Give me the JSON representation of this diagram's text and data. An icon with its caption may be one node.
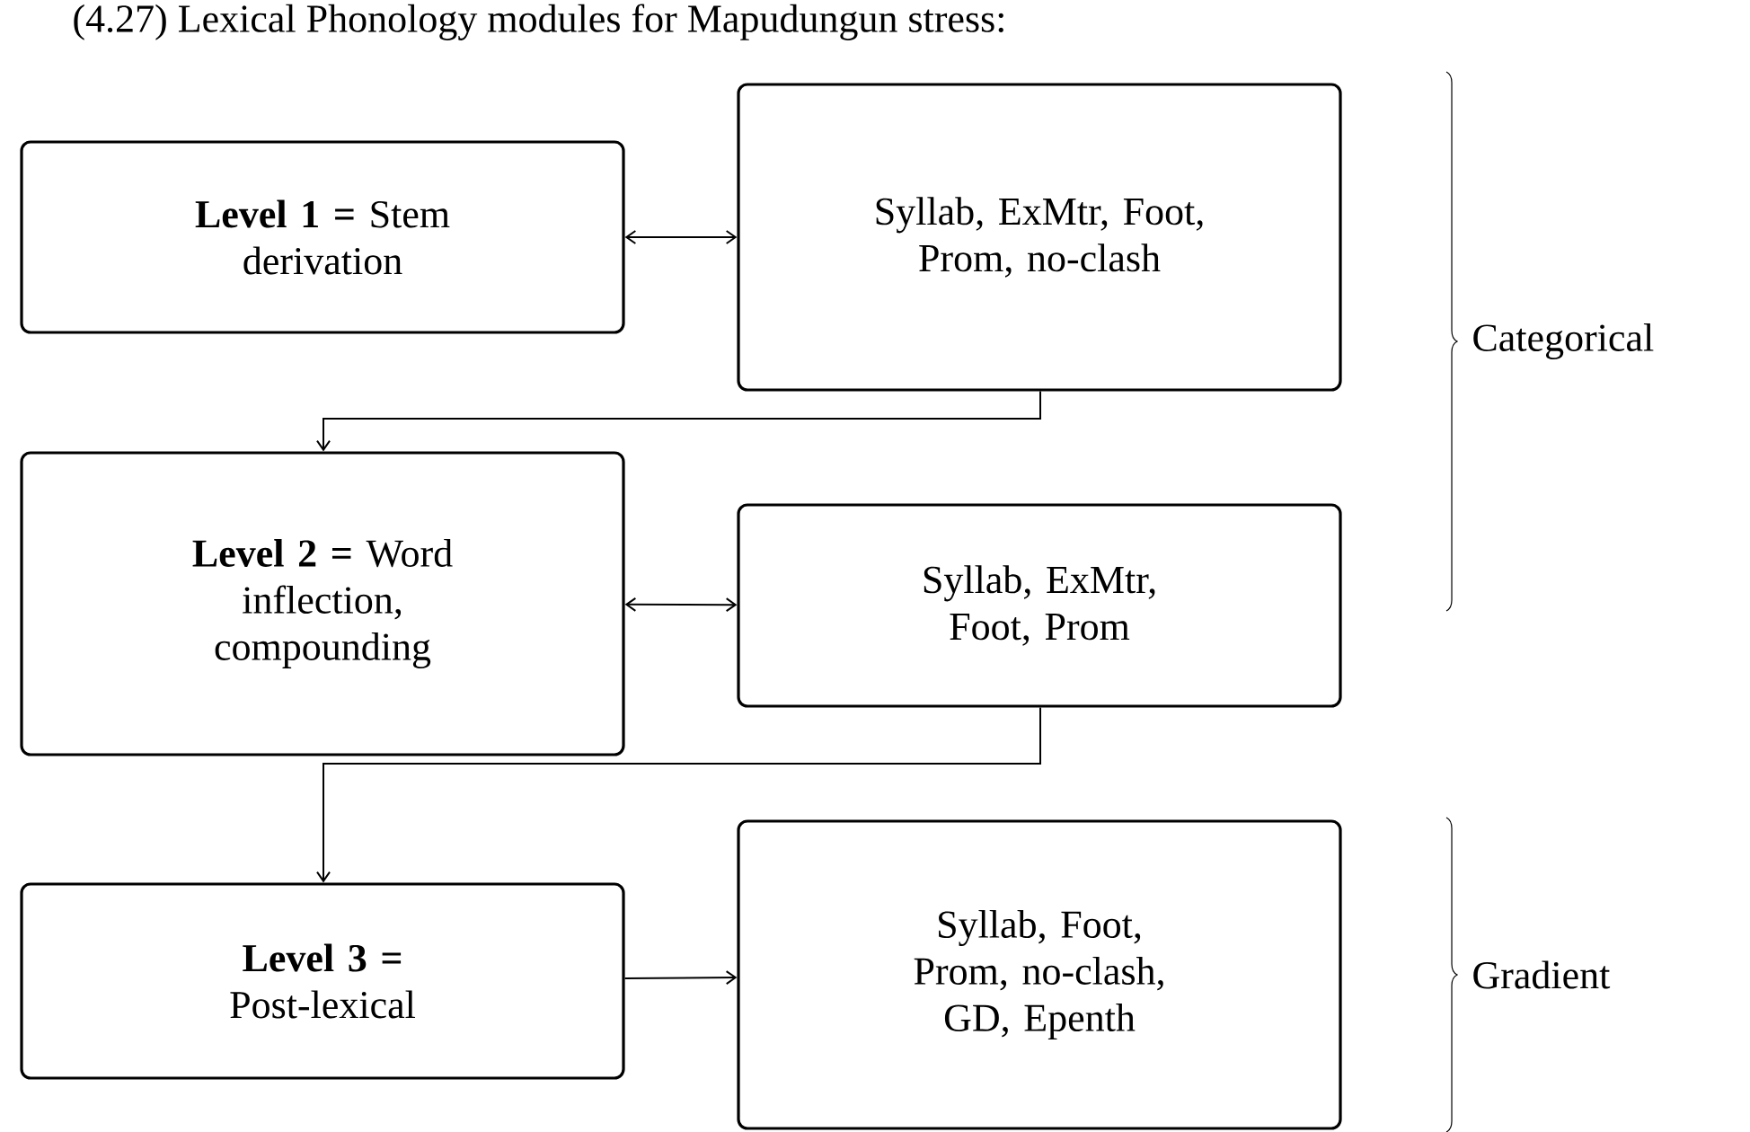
{
  "diagram": {
    "title": "(4.27) Lexical Phonology modules for Mapudungun stress:",
    "nodes": [
      {
        "text": [
          "**Level 1 =** Stem derivation"
        ]
      },
      {
        "text": [
          "Syllab, ExMtr, Foot, Prom, no-clash"
        ]
      },
      {
        "text": [
          "**Level 2 =** Word inflection, compounding"
        ]
      },
      {
        "text": [
          "Syllab, ExMtr, Foot, Prom"
        ]
      },
      {
        "text": [
          "**Level 3 =** Post-lexical"
        ]
      },
      {
        "text": [
          "Syllab, Foot, Prom, no-clash, GD, Epenth"
        ]
      }
    ],
    "edges": [
      {
        "from": 0,
        "to": 1,
        "arrow": "both"
      },
      {
        "from": 1,
        "to": 2,
        "arrow": "to"
      },
      {
        "from": 2,
        "to": 3,
        "arrow": "both"
      },
      {
        "from": 3,
        "to": 4,
        "arrow": "to"
      },
      {
        "from": 4,
        "to": 5,
        "arrow": "to"
      }
    ],
    "labels": [
      "Categorical",
      "Gradient"
    ]
  }
}
